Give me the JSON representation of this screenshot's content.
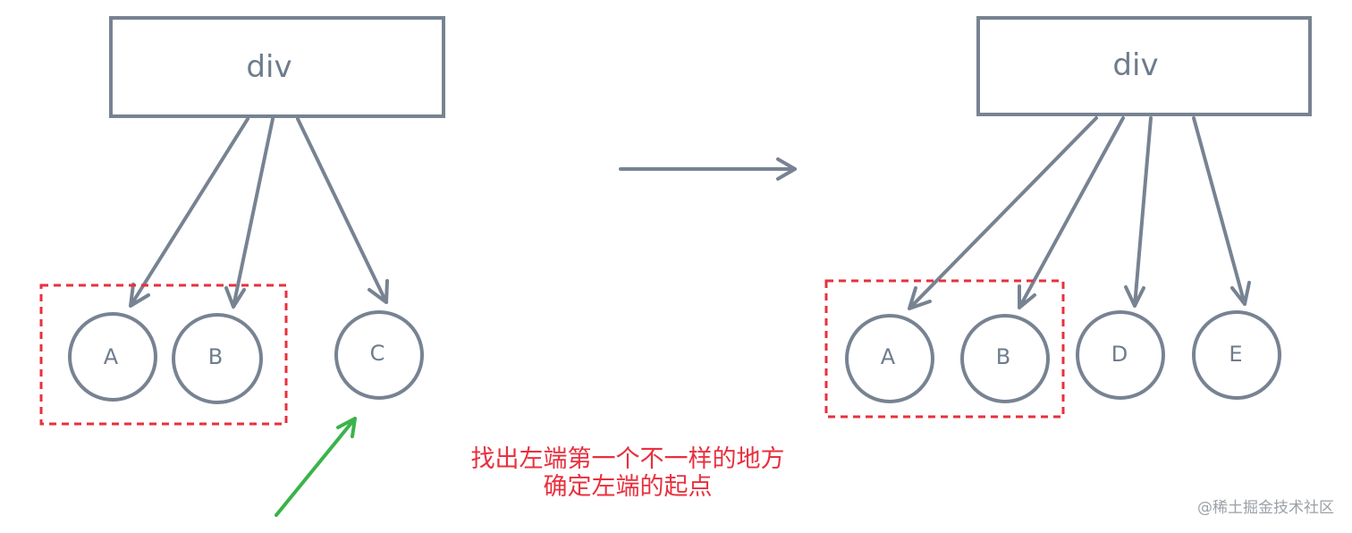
{
  "colors": {
    "stroke": "#778392",
    "label": "#6e7c8c",
    "selection": "#e8303e",
    "pointer": "#3bb34a",
    "caption": "#e8303e",
    "watermark": "#9aa1a8"
  },
  "before": {
    "root_label": "div",
    "children": [
      "A",
      "B",
      "C"
    ]
  },
  "after": {
    "root_label": "div",
    "children": [
      "A",
      "B",
      "D",
      "E"
    ]
  },
  "caption": {
    "line1": "找出左端第一个不一样的地方",
    "line2": "确定左端的起点"
  },
  "watermark": "@稀土掘金技术社区"
}
